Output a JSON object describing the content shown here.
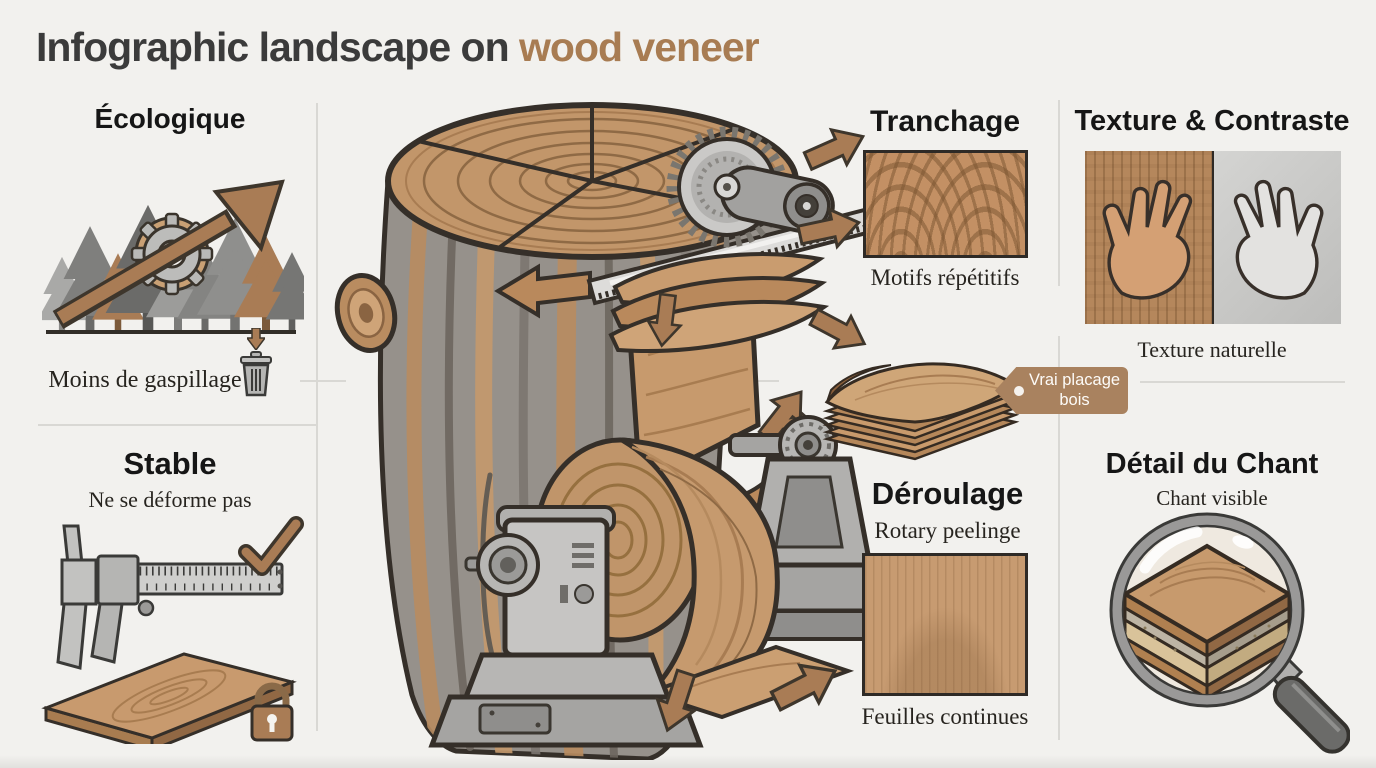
{
  "title": {
    "prefix": "Infographic landscape on",
    "highlight": " wood veneer"
  },
  "sections": {
    "ecologique": {
      "heading": "Écologique",
      "caption": "Moins de gaspillage"
    },
    "stable": {
      "heading": "Stable",
      "subheading": "Ne se déforme pas"
    },
    "tranchage": {
      "heading": "Tranchage",
      "caption": "Motifs répétitifs"
    },
    "veneer_tag": {
      "label": "Vrai placage bois"
    },
    "deroulage": {
      "heading": "Déroulage",
      "subheading": "Rotary peelinge",
      "caption": "Feuilles continues"
    },
    "texture_contraste": {
      "heading": "Texture & Contraste",
      "caption": "Texture naturelle"
    },
    "detail_chant": {
      "heading": "Détail du Chant",
      "subheading": "Chant visible"
    }
  },
  "colors": {
    "background": "#f2f1ee",
    "title_text": "#3b3b3b",
    "accent_brown": "#a87c52",
    "tag_brown": "#a9825f",
    "outline_dark": "#352f29",
    "wood_light": "#cfa478",
    "wood_mid": "#c0956a",
    "machine_gray": "#b7b6b4"
  }
}
